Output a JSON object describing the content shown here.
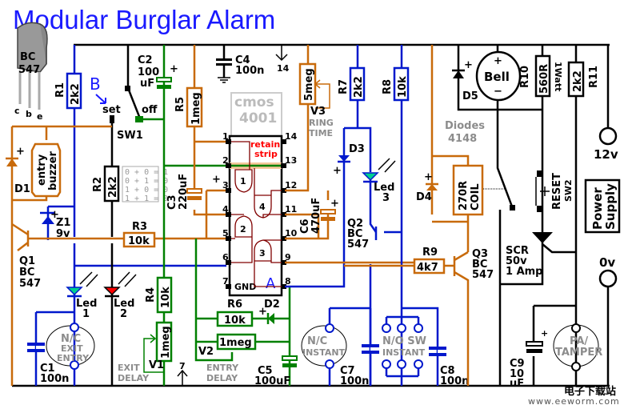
{
  "title": "Modular Burglar Alarm",
  "transistor_icon": {
    "marking": [
      "BC",
      "547"
    ],
    "pins": [
      "c",
      "b",
      "e"
    ]
  },
  "ic": {
    "name": [
      "cmos",
      "4001"
    ],
    "pins_left": [
      "1",
      "2",
      "3",
      "4",
      "5",
      "6",
      "7"
    ],
    "pins_right": [
      "14",
      "13",
      "12",
      "11",
      "10",
      "9",
      "8"
    ],
    "gnd_label": "GND",
    "retain_strip": [
      "retain",
      "strip"
    ],
    "gates": [
      "1",
      "2",
      "3",
      "4"
    ],
    "marker": "A",
    "vdd_pin": "14"
  },
  "truth_table": [
    "0 + 0 = 1",
    "0 + 1 = 0",
    "1 + 0 = 0",
    "1 + 1 = 0"
  ],
  "components": {
    "R1": {
      "ref": "R1",
      "value": "2k2"
    },
    "R2": {
      "ref": "R2",
      "value": "2k2"
    },
    "R3": {
      "ref": "R3",
      "value": "10k"
    },
    "R4": {
      "ref": "R4",
      "value": "10k"
    },
    "R5": {
      "ref": "R5",
      "value": "1meg"
    },
    "R6": {
      "ref": "R6",
      "value": "10k"
    },
    "R7": {
      "ref": "R7",
      "value": "2k2"
    },
    "R8": {
      "ref": "R8",
      "value": "10k"
    },
    "R9": {
      "ref": "R9",
      "value": "4k7"
    },
    "R10": {
      "ref": "R10",
      "value": "560R",
      "note": "1Watt"
    },
    "R11": {
      "ref": "R11",
      "value": "2k2"
    },
    "V1": {
      "ref": "V1",
      "value": "1meg",
      "label": [
        "EXIT",
        "DELAY"
      ]
    },
    "V2": {
      "ref": "V2",
      "value": "1meg",
      "label": [
        "ENTRY",
        "DELAY"
      ]
    },
    "V3": {
      "ref": "V3",
      "value": "5meg",
      "label": [
        "RING",
        "TIME"
      ]
    },
    "C1": {
      "ref": "C1",
      "value": "100n"
    },
    "C2": {
      "ref": "C2",
      "value": [
        "100",
        "uF"
      ]
    },
    "C3": {
      "ref": "C3",
      "value": "220uF"
    },
    "C4": {
      "ref": "C4",
      "value": "100n"
    },
    "C5": {
      "ref": "C5",
      "value": "100uF"
    },
    "C6": {
      "ref": "C6",
      "value": "470uF"
    },
    "C7": {
      "ref": "C7",
      "value": "100n"
    },
    "C8": {
      "ref": "C8",
      "value": "100n"
    },
    "C9": {
      "ref": "C9",
      "value": [
        "10",
        "uF"
      ]
    },
    "D1": "D1",
    "D2": "D2",
    "D3": "D3",
    "D4": "D4",
    "D5": "D5",
    "Z1": {
      "ref": "Z1",
      "value": "9v"
    },
    "Q1": [
      "Q1",
      "BC",
      "547"
    ],
    "Q2": [
      "Q2",
      "BC",
      "547"
    ],
    "Q3": [
      "Q3",
      "BC",
      "547"
    ],
    "LED1": [
      "Led",
      "1"
    ],
    "LED2": [
      "Led",
      "2"
    ],
    "LED3": [
      "Led",
      "3"
    ],
    "SW1": {
      "ref": "SW1",
      "set": "set",
      "off": "off",
      "marker": "B"
    },
    "SW2": {
      "ref": "SW2",
      "label": "RESET"
    },
    "buzzer": [
      "entry",
      "buzzer"
    ],
    "bell": {
      "label": "Bell",
      "plus": "+",
      "minus": "−"
    },
    "coil": [
      "270R",
      "COIL"
    ],
    "scr": [
      "SCR",
      "50v",
      "1 Amp"
    ],
    "diodes_note": [
      "Diodes",
      "4148"
    ],
    "power_supply": [
      "Power",
      "Supply"
    ],
    "v12": "12v",
    "v0": "0v",
    "nc_exit": [
      "N/C",
      "EXIT",
      "ENTRY"
    ],
    "nc_instant": [
      "N/C",
      "INSTANT"
    ],
    "no_instant": [
      "N/O SW",
      "INSTANT"
    ],
    "pa_tamper": [
      "PA/",
      "TAMPER"
    ],
    "pin7_arrow": "7",
    "plus": "+"
  },
  "watermark": {
    "text": "电子下载站",
    "url": "www.eeworm.com"
  },
  "colors": {
    "orange": "#c86a0a",
    "blue": "#0018cc",
    "green": "#008000",
    "black": "#000000",
    "gate": "#800000",
    "title": "#1a1aff"
  }
}
